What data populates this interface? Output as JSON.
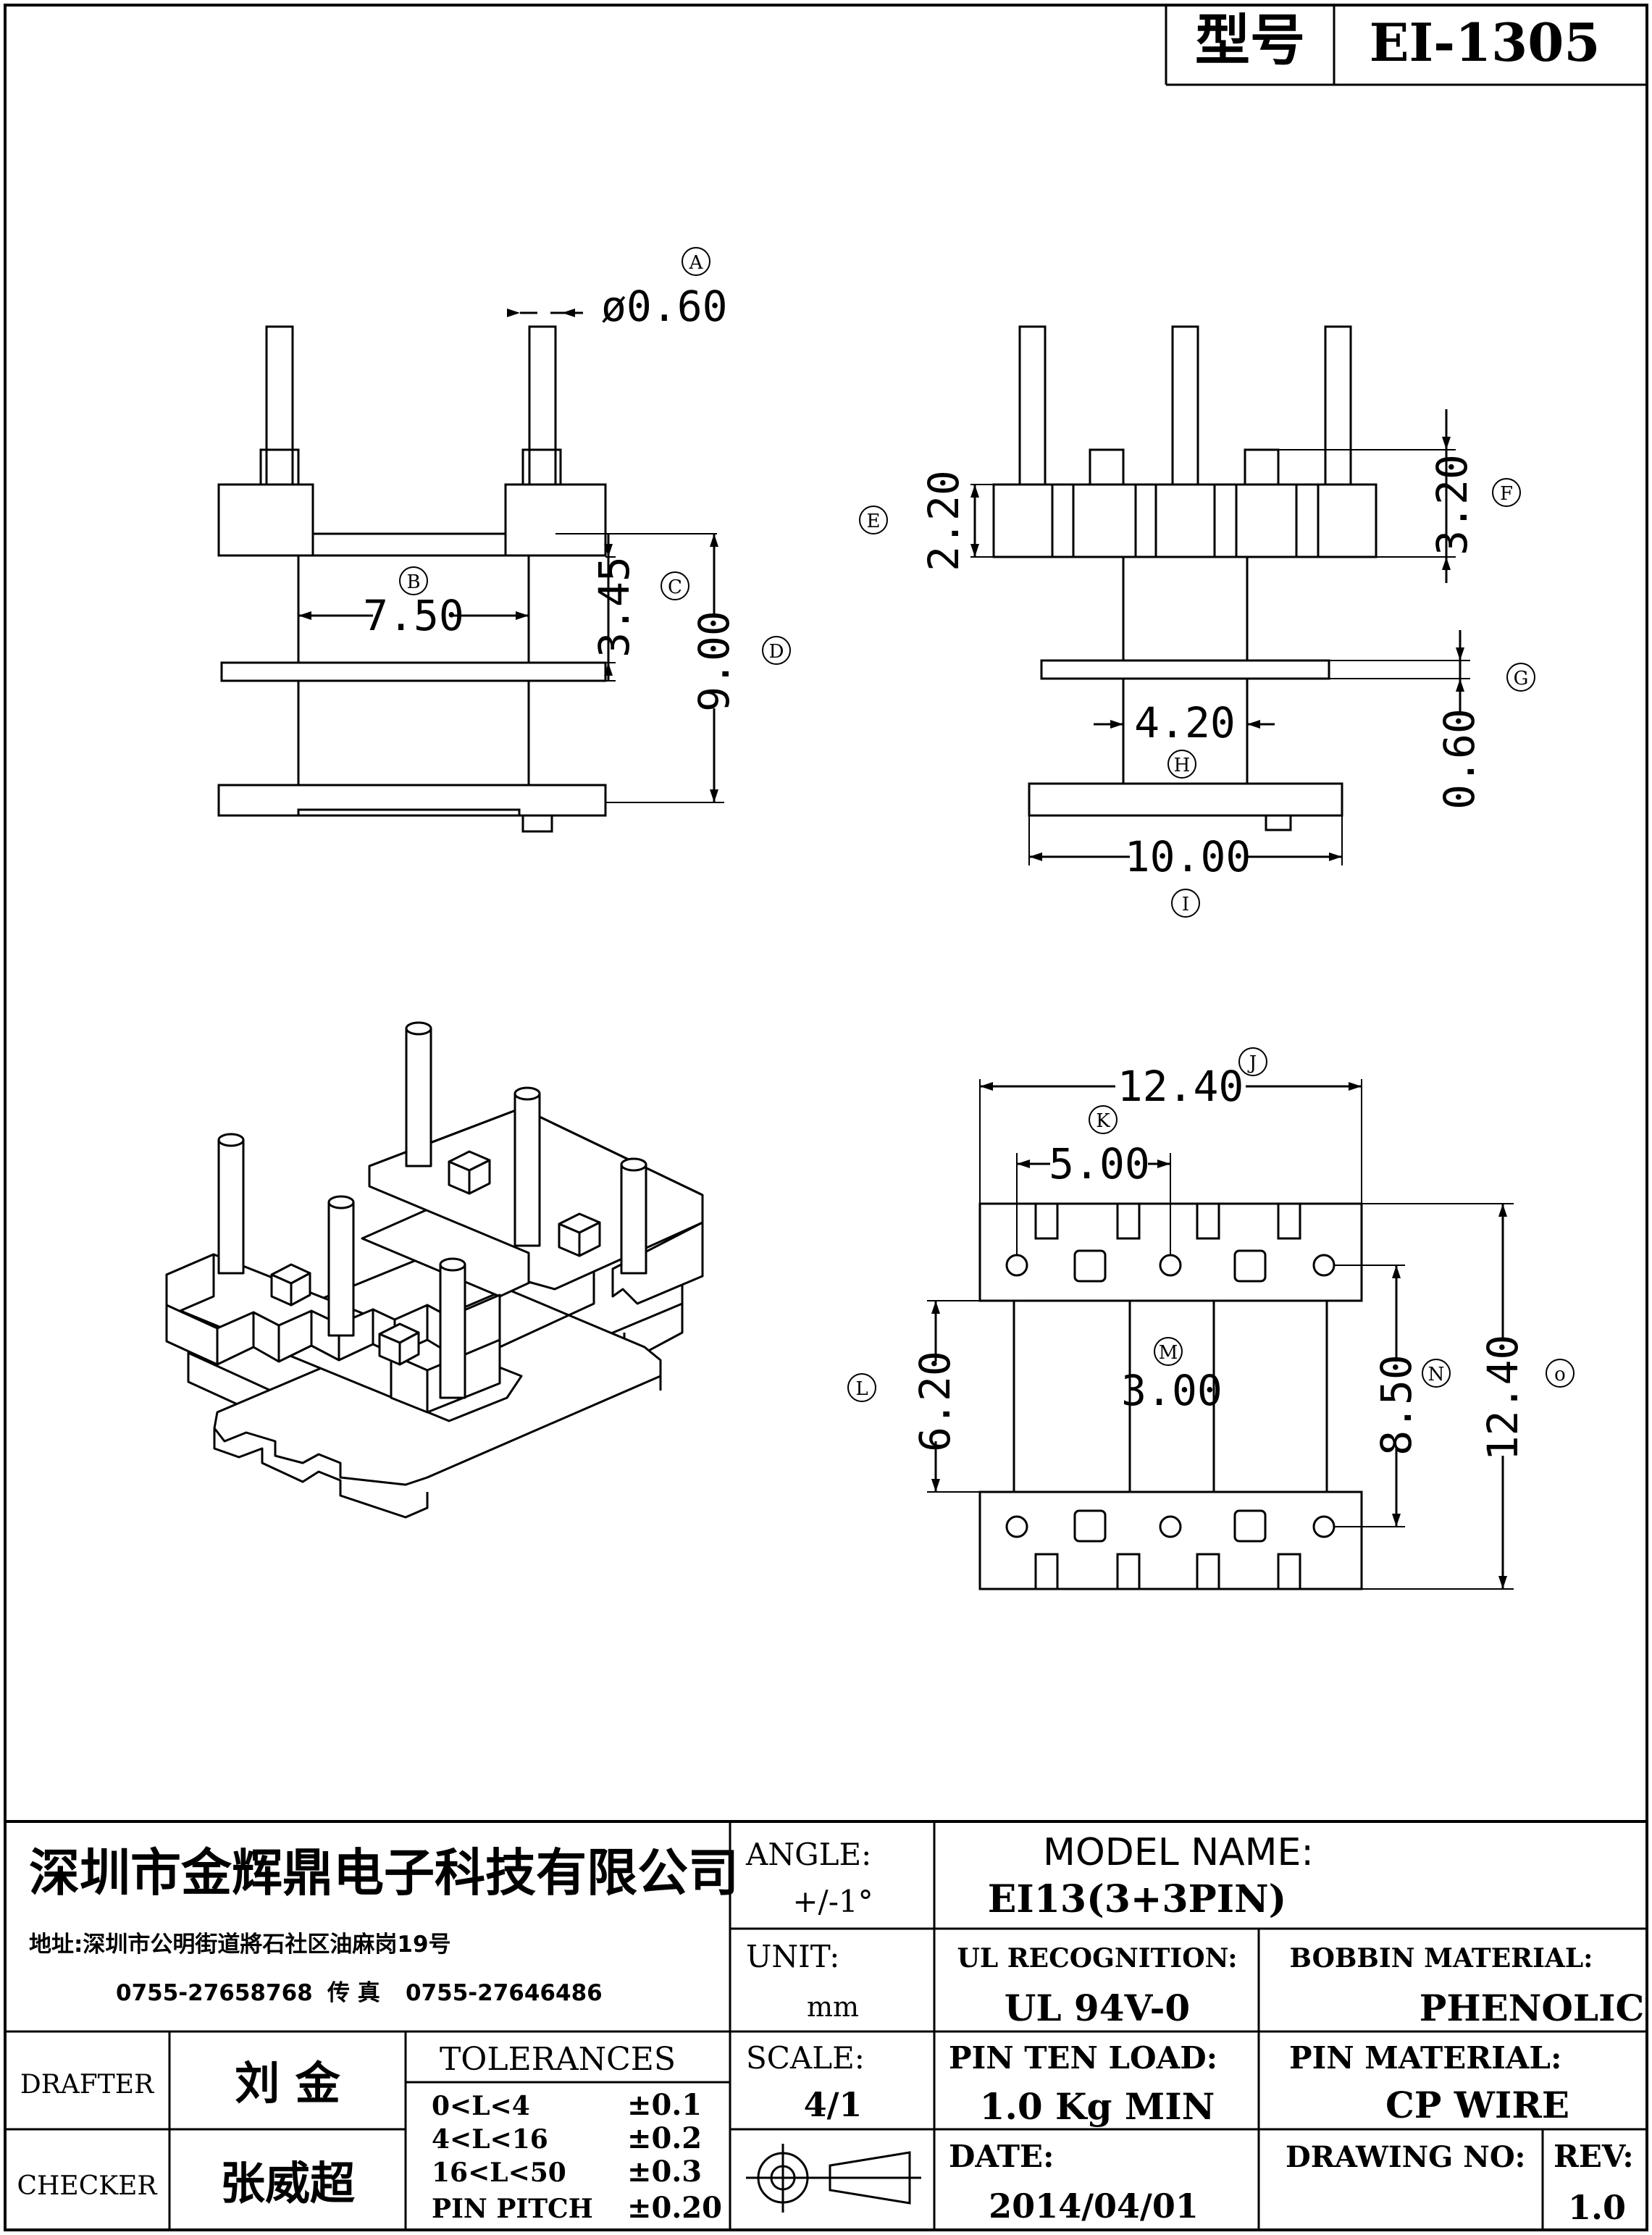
{
  "header": {
    "model_label": "型号",
    "model_value": "EI-1305"
  },
  "dimensions": {
    "A": {
      "tag": "A",
      "value": "ø0.60"
    },
    "B": {
      "tag": "B",
      "value": "7.50"
    },
    "C": {
      "tag": "C",
      "value": "3.45"
    },
    "D": {
      "tag": "D",
      "value": "9.00"
    },
    "E": {
      "tag": "E",
      "value": "2.20"
    },
    "F": {
      "tag": "F",
      "value": "3.20"
    },
    "G": {
      "tag": "G",
      "value": "0.60"
    },
    "H": {
      "tag": "H",
      "value": "4.20"
    },
    "I": {
      "tag": "I",
      "value": "10.00"
    },
    "J": {
      "tag": "J",
      "value": "12.40"
    },
    "K": {
      "tag": "K",
      "value": "5.00"
    },
    "L": {
      "tag": "L",
      "value": "6.20"
    },
    "M": {
      "tag": "M",
      "value": "3.00"
    },
    "N": {
      "tag": "N",
      "value": "8.50"
    },
    "O": {
      "tag": "o",
      "value": "12.40"
    }
  },
  "title_block": {
    "company": "深圳市金辉鼎电子科技有限公司",
    "address": "地址:深圳市公明街道將石社区油麻岗19号",
    "phone": "0755-27658768",
    "fax_label": "传 真",
    "fax": "0755-27646486",
    "angle_label": "ANGLE:",
    "angle_value": "+/-1°",
    "model_name_label": "MODEL NAME:",
    "model_name_value": "EI13(3+3PIN)",
    "unit_label": "UNIT:",
    "unit_value": "mm",
    "ul_label": "UL RECOGNITION:",
    "ul_value": "UL 94V-0",
    "bobbin_label": "BOBBIN MATERIAL:",
    "bobbin_value": "PHENOLIC",
    "drafter_label": "DRAFTER",
    "drafter_value": "刘 金",
    "checker_label": "CHECKER",
    "checker_value": "张威超",
    "tolerances_label": "TOLERANCES",
    "tolerances": [
      {
        "range": "0<L<4",
        "value": "±0.1"
      },
      {
        "range": "4<L<16",
        "value": "±0.2"
      },
      {
        "range": "16<L<50",
        "value": "±0.3"
      },
      {
        "range": "PIN PITCH",
        "value": "±0.20"
      }
    ],
    "scale_label": "SCALE:",
    "scale_value": "4/1",
    "pin_load_label": "PIN TEN LOAD:",
    "pin_load_value": "1.0 Kg MIN",
    "pin_material_label": "PIN MATERIAL:",
    "pin_material_value": "CP WIRE",
    "date_label": "DATE:",
    "date_value": "2014/04/01",
    "drawing_no_label": "DRAWING NO:",
    "drawing_no_value": "",
    "rev_label": "REV:",
    "rev_value": "1.0"
  }
}
